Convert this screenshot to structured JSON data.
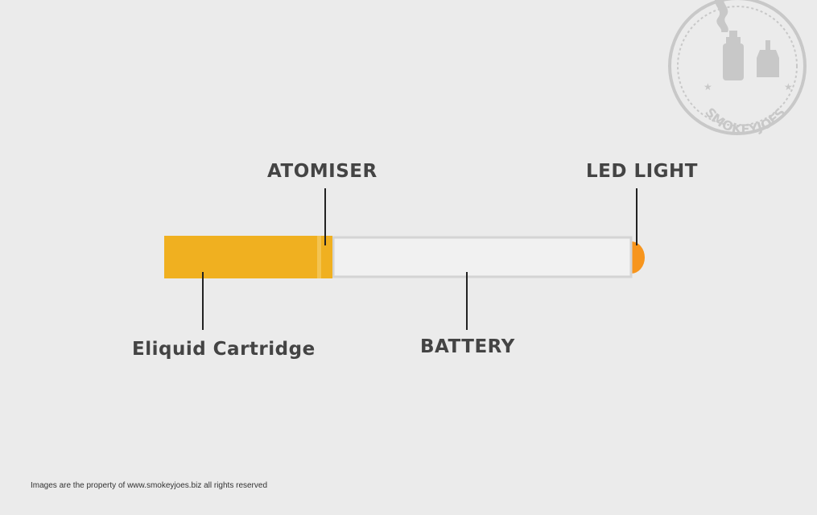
{
  "labels": {
    "atomiser": "ATOMISER",
    "led_light": "LED LIGHT",
    "cartridge": "Eliquid Cartridge",
    "battery": "BATTERY"
  },
  "footer": "Images are the property of www.smokeyjoes.biz all rights reserved",
  "logo": {
    "text": "SMOKEYJOES",
    "icon": "eliquid-bottles-smoke-icon"
  },
  "colors": {
    "background": "#ebebeb",
    "cartridge": "#f0b020",
    "atomiser_ring": "#f3c452",
    "battery_fill": "#f1f1f1",
    "battery_outline": "#d4d4d4",
    "led": "#f7951d",
    "text": "#444444",
    "pointer": "#222222",
    "stamp": "#c8c8c8"
  }
}
